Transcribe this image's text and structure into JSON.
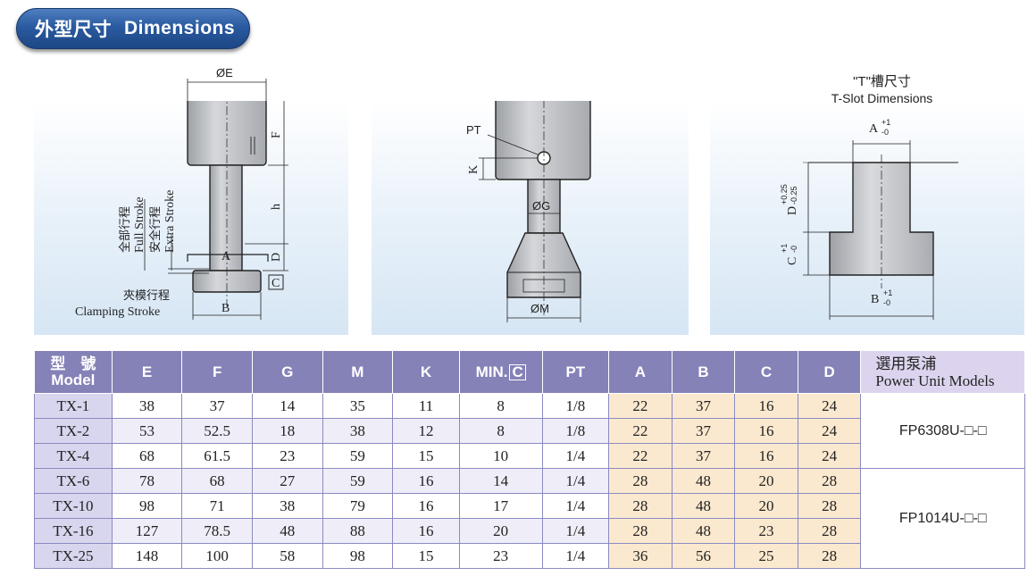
{
  "header": {
    "title_zh": "外型尺寸",
    "title_en": "Dimensions"
  },
  "diagram1": {
    "dim_e": "ØE",
    "dim_f": "F",
    "dim_h": "h",
    "dim_d": "D",
    "dim_a": "A",
    "dim_b": "B",
    "dim_c": "C",
    "full_stroke_zh": "全部行程",
    "full_stroke_en": "Full Stroke",
    "extra_stroke_zh": "安全行程",
    "extra_stroke_en": "Extra Stroke",
    "clamping_zh": "夾模行程",
    "clamping_en": "Clamping Stroke"
  },
  "diagram2": {
    "pt": "PT",
    "k": "K",
    "dim_g": "ØG",
    "dim_m": "ØM"
  },
  "diagram3": {
    "title_zh": "\"T\"槽尺寸",
    "title_en": "T-Slot Dimensions",
    "a": "A",
    "a_tol_up": "+1",
    "a_tol_dn": "-0",
    "d": "D",
    "d_tol_up": "+0.25",
    "d_tol_dn": "-0.25",
    "c": "C",
    "c_tol_up": "+1",
    "c_tol_dn": "-0",
    "b": "B",
    "b_tol_up": "+1",
    "b_tol_dn": "-0"
  },
  "table": {
    "model_zh": "型　號",
    "model_en": "Model",
    "col_e": "E",
    "col_f": "F",
    "col_g": "G",
    "col_m": "M",
    "col_k": "K",
    "col_min": "MIN.",
    "col_min_box": "C",
    "col_pt": "PT",
    "col_a": "A",
    "col_b": "B",
    "col_c": "C",
    "col_d": "D",
    "pump_zh": "選用泵浦",
    "pump_en": "Power Unit Models",
    "rows": [
      {
        "model": "TX-1",
        "e": "38",
        "f": "37",
        "g": "14",
        "m": "35",
        "k": "11",
        "min": "8",
        "pt": "1/8",
        "a": "22",
        "b": "37",
        "c": "16",
        "d": "24"
      },
      {
        "model": "TX-2",
        "e": "53",
        "f": "52.5",
        "g": "18",
        "m": "38",
        "k": "12",
        "min": "8",
        "pt": "1/8",
        "a": "22",
        "b": "37",
        "c": "16",
        "d": "24"
      },
      {
        "model": "TX-4",
        "e": "68",
        "f": "61.5",
        "g": "23",
        "m": "59",
        "k": "15",
        "min": "10",
        "pt": "1/4",
        "a": "22",
        "b": "37",
        "c": "16",
        "d": "24"
      },
      {
        "model": "TX-6",
        "e": "78",
        "f": "68",
        "g": "27",
        "m": "59",
        "k": "16",
        "min": "14",
        "pt": "1/4",
        "a": "28",
        "b": "48",
        "c": "20",
        "d": "28"
      },
      {
        "model": "TX-10",
        "e": "98",
        "f": "71",
        "g": "38",
        "m": "79",
        "k": "16",
        "min": "17",
        "pt": "1/4",
        "a": "28",
        "b": "48",
        "c": "20",
        "d": "28"
      },
      {
        "model": "TX-16",
        "e": "127",
        "f": "78.5",
        "g": "48",
        "m": "88",
        "k": "16",
        "min": "20",
        "pt": "1/4",
        "a": "28",
        "b": "48",
        "c": "23",
        "d": "28"
      },
      {
        "model": "TX-25",
        "e": "148",
        "f": "100",
        "g": "58",
        "m": "98",
        "k": "15",
        "min": "23",
        "pt": "1/4",
        "a": "36",
        "b": "56",
        "c": "25",
        "d": "28"
      }
    ],
    "pump_group1": "FP6308U-□-□",
    "pump_group2": "FP1014U-□-□"
  }
}
